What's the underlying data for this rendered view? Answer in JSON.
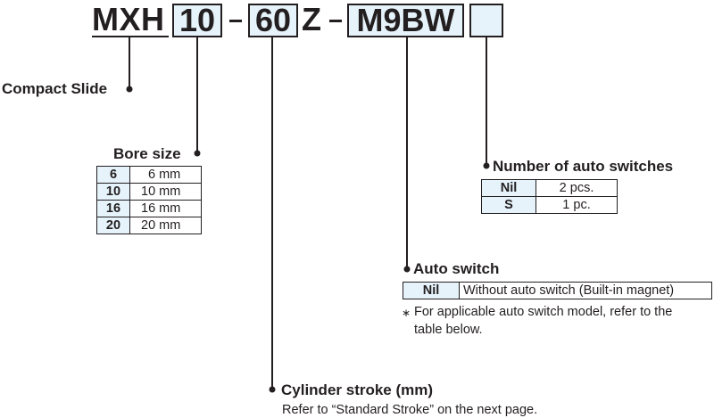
{
  "model": {
    "prefix": "MXH",
    "bore": "10",
    "stroke": "60",
    "mid": "Z",
    "switch": "M9BW",
    "count": ""
  },
  "compact_slide": {
    "label": "Compact Slide"
  },
  "bore_size": {
    "label": "Bore size",
    "rows": [
      {
        "code": "6",
        "value": "6 mm"
      },
      {
        "code": "10",
        "value": "10 mm"
      },
      {
        "code": "16",
        "value": "16 mm"
      },
      {
        "code": "20",
        "value": "20 mm"
      }
    ]
  },
  "auto_switch_count": {
    "label": "Number of auto switches",
    "rows": [
      {
        "code": "Nil",
        "value": "2 pcs."
      },
      {
        "code": "S",
        "value": "1 pc."
      }
    ]
  },
  "auto_switch": {
    "label": "Auto switch",
    "rows": [
      {
        "code": "Nil",
        "value": "Without auto switch (Built-in magnet)"
      }
    ],
    "note_mark": "∗",
    "note_line1": "For applicable auto switch model, refer to the",
    "note_line2": "table below."
  },
  "stroke": {
    "label": "Cylinder stroke (mm)",
    "note": "Refer to “Standard Stroke” on the next page."
  },
  "colors": {
    "box_fill": "#e6f3fb",
    "ink": "#231f20"
  }
}
